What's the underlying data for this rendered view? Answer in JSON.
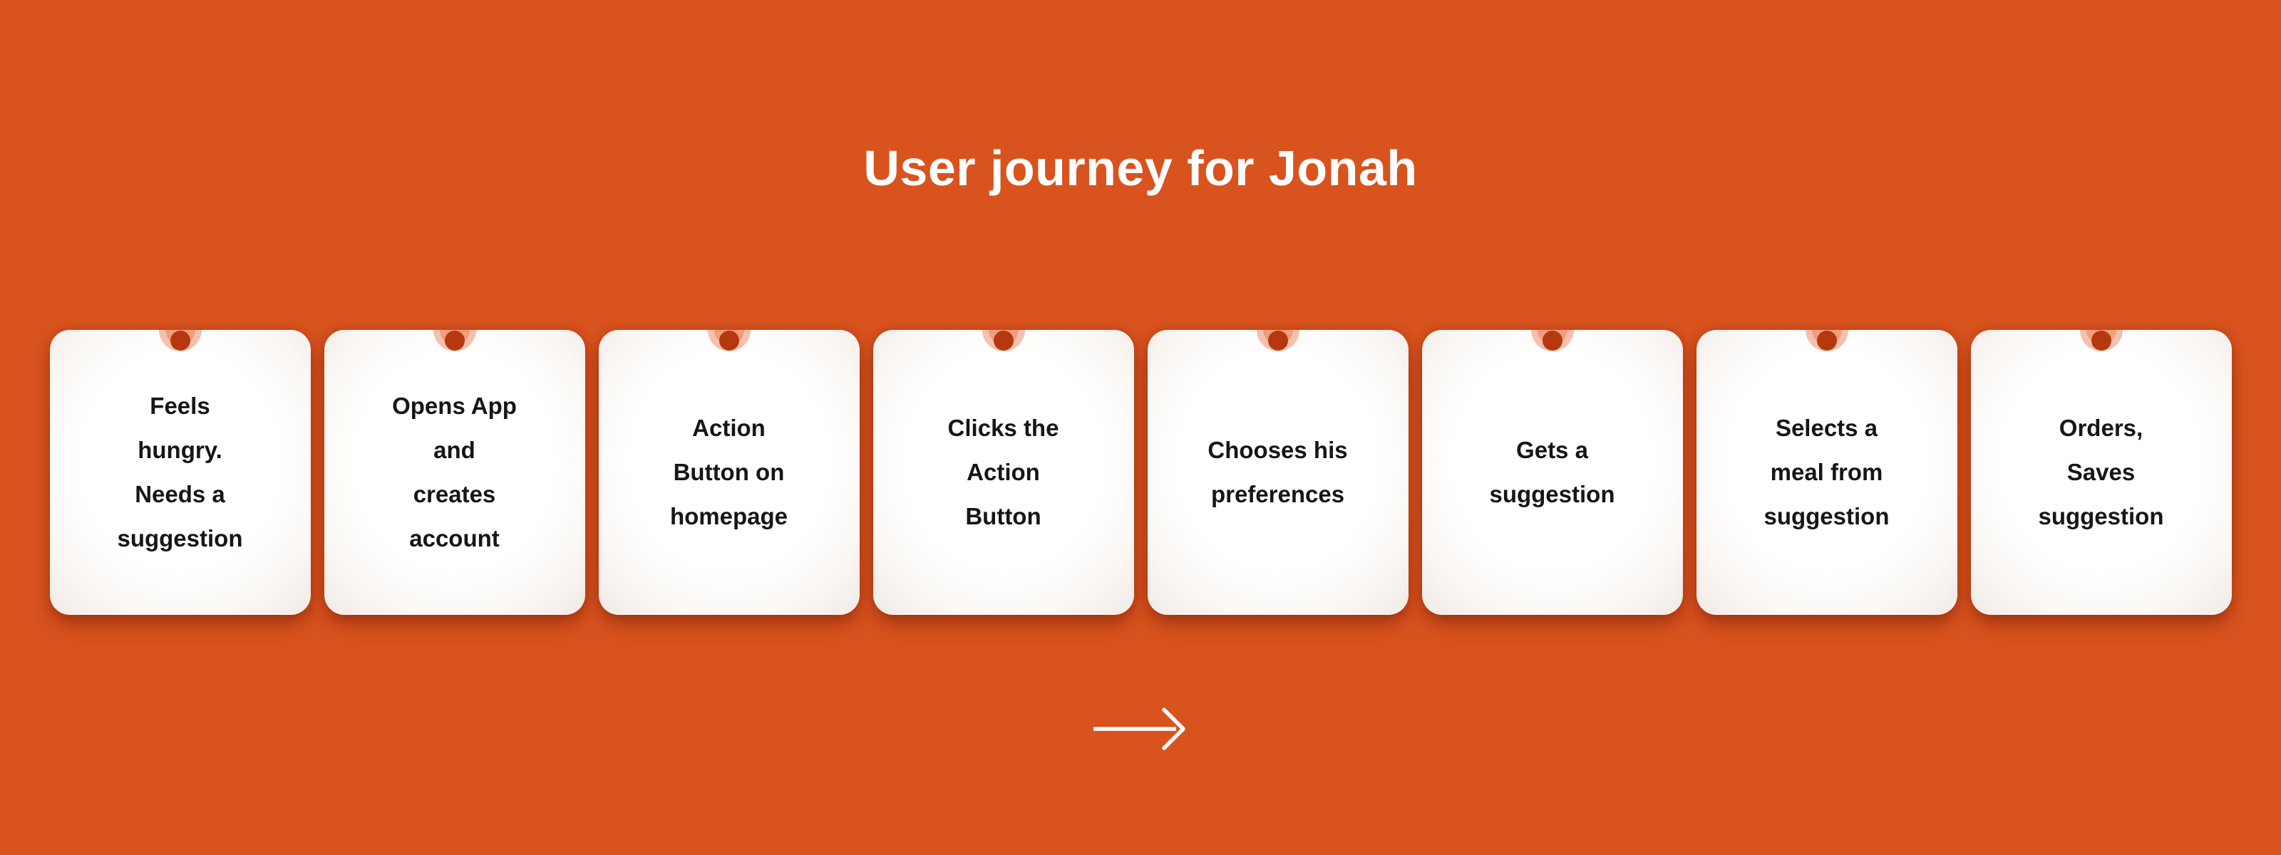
{
  "title": "User journey for Jonah",
  "steps": [
    {
      "label": "Feels\nhungry.\nNeeds a\nsuggestion"
    },
    {
      "label": "Opens App\nand\ncreates\naccount"
    },
    {
      "label": "Action\nButton on\nhomepage"
    },
    {
      "label": "Clicks the\nAction\nButton"
    },
    {
      "label": "Chooses his\npreferences"
    },
    {
      "label": "Gets a\nsuggestion"
    },
    {
      "label": "Selects a\nmeal from\nsuggestion"
    },
    {
      "label": "Orders,\nSaves\nsuggestion"
    }
  ],
  "icons": {
    "pin": "pin-dot-icon",
    "arrow": "right-arrow-icon"
  },
  "colors": {
    "background": "#D8531E",
    "card_fill": "#FFFFFF",
    "card_text": "#161616",
    "pin_dot": "#B6380E",
    "pin_halo_inner": "#EF9E7E",
    "pin_halo_outer": "#F3C1AD",
    "title_text": "#FFFFFF",
    "arrow": "#FFFFFF"
  }
}
